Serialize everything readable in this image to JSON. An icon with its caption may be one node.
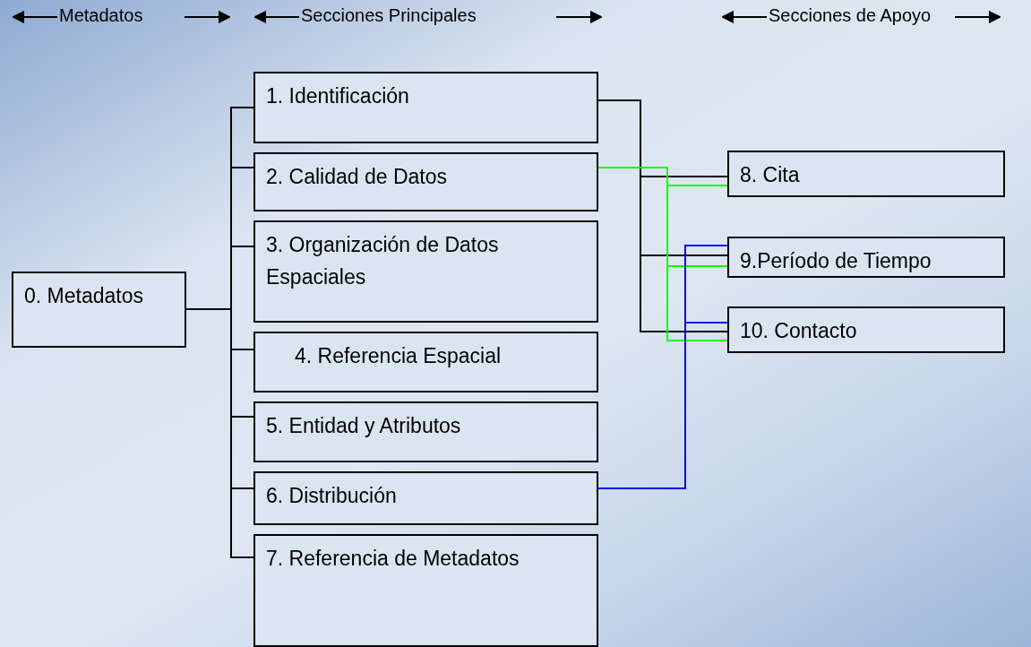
{
  "diagram": {
    "nodes": [
      {
        "text": [
          "0. Metadatos"
        ]
      },
      {
        "text": [
          "1. Identificación"
        ]
      },
      {
        "text": [
          "2. Calidad de Datos"
        ]
      },
      {
        "text": [
          "3. Organización de Datos Espaciales"
        ]
      },
      {
        "text": [
          "4. Referencia Espacial"
        ]
      },
      {
        "text": [
          "5. Entidad y Atributos"
        ]
      },
      {
        "text": [
          "6. Distribución"
        ]
      },
      {
        "text": [
          "7. Referencia de Metadatos"
        ]
      },
      {
        "text": [
          "8. Cita"
        ]
      },
      {
        "text": [
          "9.Período de Tiempo"
        ]
      },
      {
        "text": [
          "10. Contacto"
        ]
      }
    ],
    "edges": [
      {
        "from": 0,
        "to": 1,
        "arrow": "none"
      },
      {
        "from": 0,
        "to": 2,
        "arrow": "none"
      },
      {
        "from": 0,
        "to": 3,
        "arrow": "none"
      },
      {
        "from": 0,
        "to": 4,
        "arrow": "none"
      },
      {
        "from": 0,
        "to": 5,
        "arrow": "none"
      },
      {
        "from": 0,
        "to": 6,
        "arrow": "none"
      },
      {
        "from": 0,
        "to": 7,
        "arrow": "none"
      },
      {
        "from": 1,
        "to": 8,
        "arrow": "none"
      },
      {
        "from": 1,
        "to": 9,
        "arrow": "none"
      },
      {
        "from": 1,
        "to": 10,
        "arrow": "none"
      },
      {
        "from": 2,
        "to": 8,
        "arrow": "none",
        "color": "#00ff00"
      },
      {
        "from": 2,
        "to": 9,
        "arrow": "none",
        "color": "#00ff00"
      },
      {
        "from": 2,
        "to": 10,
        "arrow": "none",
        "color": "#00ff00"
      },
      {
        "from": 6,
        "to": 9,
        "arrow": "none",
        "color": "#0000ff"
      },
      {
        "from": 6,
        "to": 10,
        "arrow": "none",
        "color": "#0000ff"
      }
    ],
    "labels": [
      "Metadatos",
      "Secciones Principales",
      "Secciones de Apoyo"
    ]
  }
}
